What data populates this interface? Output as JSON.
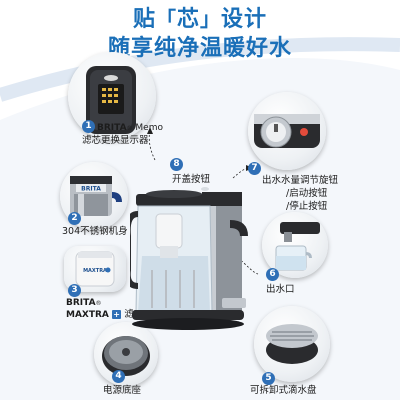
{
  "headline": {
    "line1_part1": "贴",
    "line1_quoted": "芯",
    "line1_part2": "设计",
    "line2": "随享纯净温暖好水"
  },
  "callouts": [
    {
      "num": "1",
      "brand": "BRITA",
      "brand_reg": "®",
      "brand_extra": " Memo",
      "text": "滤芯更换显示器"
    },
    {
      "num": "2",
      "text": "304不锈钢机身"
    },
    {
      "num": "3",
      "brand_line1": "BRITA",
      "brand_reg": "®",
      "brand_line2": "MAXTRA",
      "plus": "+",
      "text": "滤芯"
    },
    {
      "num": "4",
      "text": "电源底座"
    },
    {
      "num": "5",
      "text": "可拆卸式滴水盘"
    },
    {
      "num": "6",
      "text": "出水口"
    },
    {
      "num": "7",
      "lines": [
        "出水水量调节旋钮",
        "/启动按钮",
        "/停止按钮"
      ]
    },
    {
      "num": "8",
      "text": "开盖按钮"
    }
  ],
  "product_marks": {
    "brita_logo": "BRITA",
    "maxtra_logo": "MAXTRA"
  },
  "icons": [
    "memo-display-icon",
    "steel-body-icon",
    "filter-cartridge-icon",
    "power-base-icon",
    "drip-tray-icon",
    "water-outlet-icon",
    "control-knob-icon",
    "lid-button-icon"
  ],
  "colors": {
    "brand_blue": "#2f6fb6",
    "headline_blue": "#1a6fb8"
  }
}
